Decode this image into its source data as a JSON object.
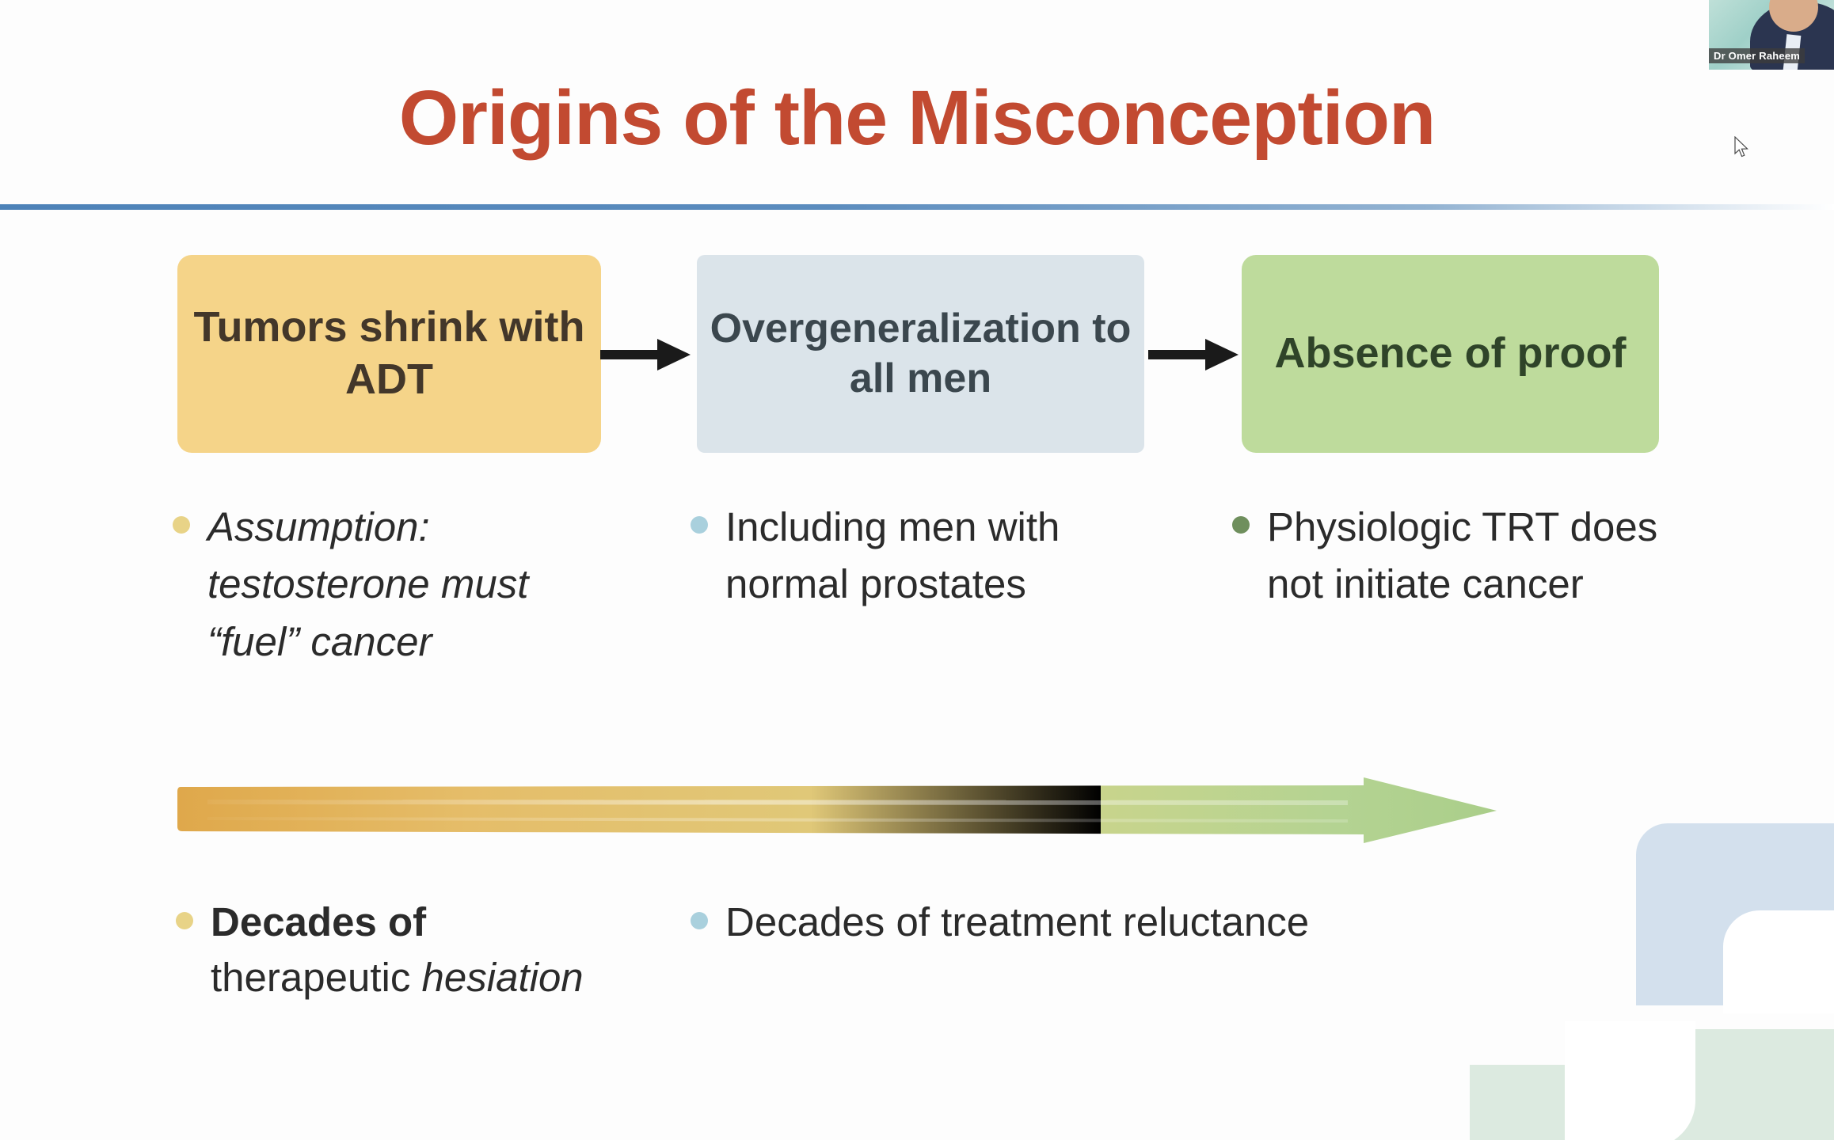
{
  "slide": {
    "title": "Origins of the Misconception",
    "title_color": "#c24a31",
    "rule_color": "#4d82b8",
    "background": "#fdfdfd"
  },
  "flow": {
    "boxes": [
      {
        "label": "Tumors shrink with ADT",
        "color": "#f5d489",
        "text_color": "#43372a"
      },
      {
        "label": "Overgeneralization to all men",
        "color": "#dbe4ea",
        "text_color": "#3b474e"
      },
      {
        "label": "Absence of proof",
        "color": "#bedb9c",
        "text_color": "#2f4429"
      }
    ],
    "connector_icon": "arrow-right-icon"
  },
  "columns": [
    {
      "bullet_color": "#e8d387",
      "text": "Assumption: testosterone must “fuel” cancer",
      "style": "italic"
    },
    {
      "bullet_color": "#a9d0dd",
      "text": "Including men with normal prostates",
      "style": "regular"
    },
    {
      "bullet_color": "#6f8f5d",
      "text": "Physiologic TRT does not initiate cancer",
      "style": "regular"
    }
  ],
  "timeline_arrow": {
    "icon": "gradient-arrow-right-icon",
    "start_color": "#e0a94f",
    "end_color": "#aace8a"
  },
  "bottom": {
    "left": {
      "bullet_color": "#e8d387",
      "line1_bold": "Decades of",
      "line2_regular": "therapeutic ",
      "line2_italic": "hesiation"
    },
    "right": {
      "bullet_color": "#a9d0dd",
      "text": "Decades of treatment reluctance"
    }
  },
  "video": {
    "participant_name": "Dr Omer Raheem"
  },
  "cursor": {
    "icon": "mouse-pointer-icon"
  }
}
